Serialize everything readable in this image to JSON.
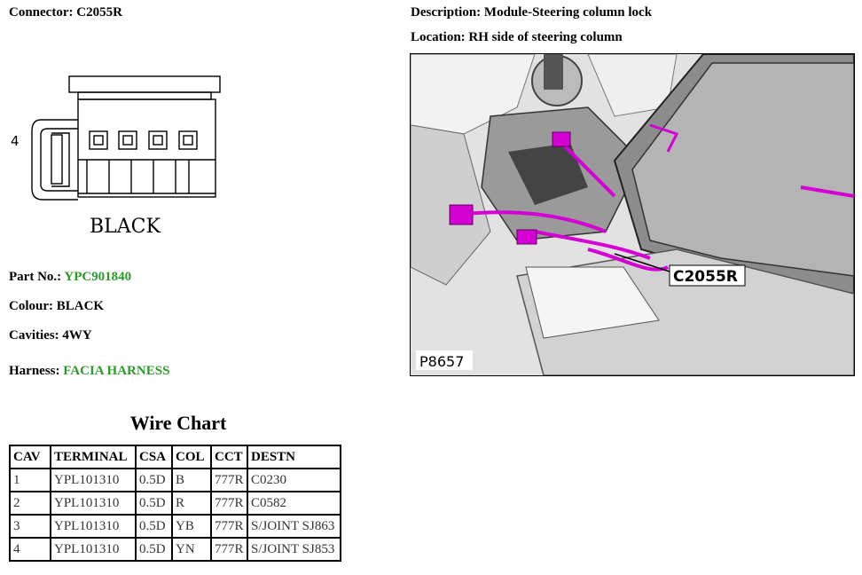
{
  "connector": {
    "label": "Connector:",
    "value": "C2055R"
  },
  "description": {
    "label": "Description:",
    "value": "Module-Steering column lock"
  },
  "location": {
    "label": "Location:",
    "value": "RH side of steering column"
  },
  "diagram": {
    "pin_label": "4",
    "color_text": "BLACK"
  },
  "part_no": {
    "label": "Part No.:",
    "value": "YPC901840"
  },
  "colour": {
    "label": "Colour:",
    "value": "BLACK"
  },
  "cavities": {
    "label": "Cavities:",
    "value": "4WY"
  },
  "harness": {
    "label": "Harness:",
    "value": "FACIA HARNESS"
  },
  "photo": {
    "callout": "C2055R",
    "ref": "P8657"
  },
  "wire_chart": {
    "title": "Wire Chart",
    "headers": [
      "CAV",
      "TERMINAL",
      "CSA",
      "COL",
      "CCT",
      "DESTN"
    ],
    "rows": [
      [
        "1",
        "YPL101310",
        "0.5D",
        "B",
        "777R",
        "C0230"
      ],
      [
        "2",
        "YPL101310",
        "0.5D",
        "R",
        "777R",
        "C0582"
      ],
      [
        "3",
        "YPL101310",
        "0.5D",
        "YB",
        "777R",
        "S/JOINT SJ863"
      ],
      [
        "4",
        "YPL101310",
        "0.5D",
        "YN",
        "777R",
        "S/JOINT SJ853"
      ]
    ]
  },
  "colors": {
    "green_text": "#2a9a2a",
    "harness_magenta": "#d400d4"
  }
}
